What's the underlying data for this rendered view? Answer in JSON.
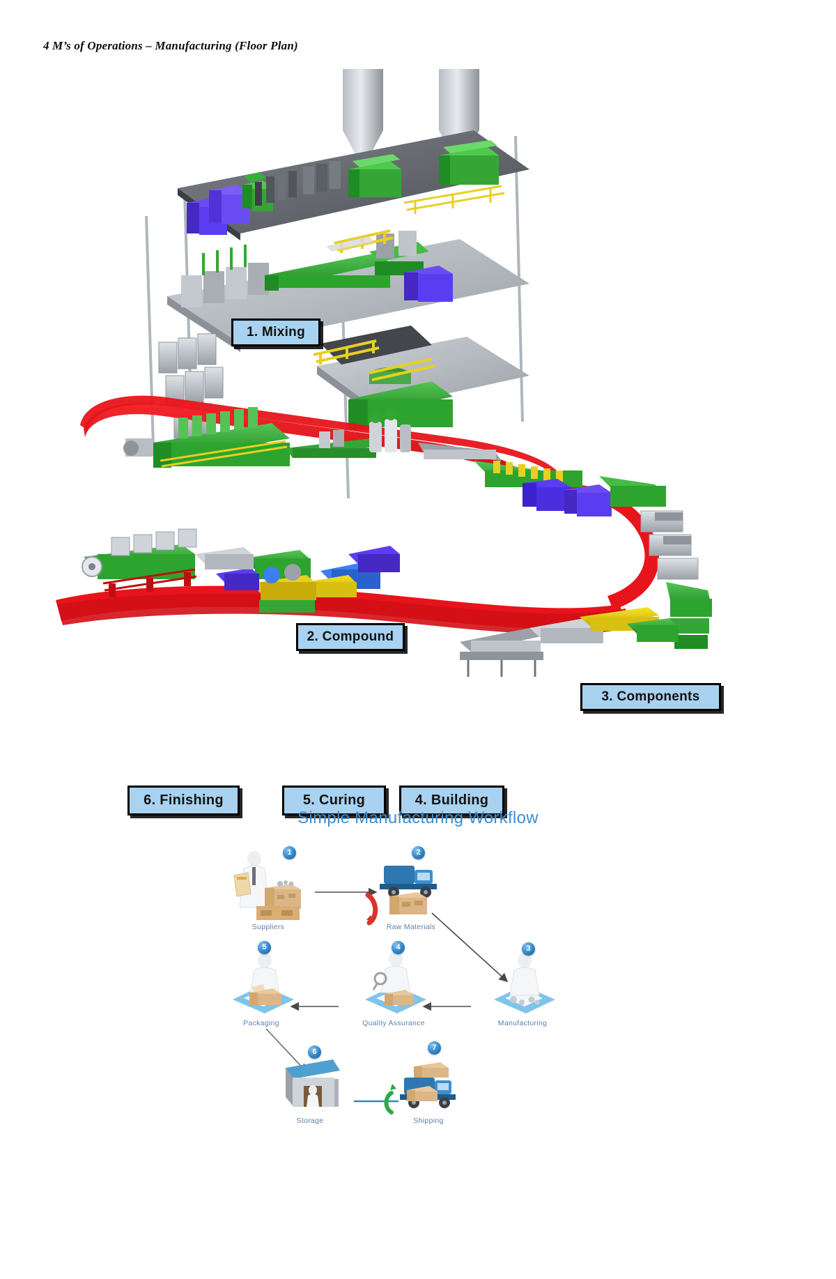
{
  "document": {
    "title": "4 M’s of Operations – Manufacturing (Floor Plan)"
  },
  "floor_plan": {
    "accent_chip_fill": "#a8d2f0",
    "conveyor_color": "#e8141b",
    "machine_green": "#35a635",
    "stages": [
      {
        "id": "mixing",
        "label": "1. Mixing"
      },
      {
        "id": "compound",
        "label": "2. Compound"
      },
      {
        "id": "components",
        "label": "3. Components"
      },
      {
        "id": "building",
        "label": "4. Building"
      },
      {
        "id": "curing",
        "label": "5. Curing"
      },
      {
        "id": "finishing",
        "label": "6. Finishing"
      }
    ]
  },
  "workflow": {
    "title": "Simple Manufacturing Workflow",
    "title_color": "#3c8ed0",
    "caption_color": "#5d7fa8",
    "nodes": [
      {
        "number": "1",
        "label": "Suppliers",
        "icon": "worker-with-clipboard-icon"
      },
      {
        "number": "2",
        "label": "Raw Materials",
        "icon": "delivery-truck-icon"
      },
      {
        "number": "3",
        "label": "Manufacturing",
        "icon": "worker-machine-icon"
      },
      {
        "number": "4",
        "label": "Quality Assurance",
        "icon": "magnifier-inspection-icon"
      },
      {
        "number": "5",
        "label": "Packaging",
        "icon": "packaging-box-icon"
      },
      {
        "number": "6",
        "label": "Storage",
        "icon": "warehouse-icon"
      },
      {
        "number": "7",
        "label": "Shipping",
        "icon": "shipping-truck-icon"
      }
    ]
  }
}
